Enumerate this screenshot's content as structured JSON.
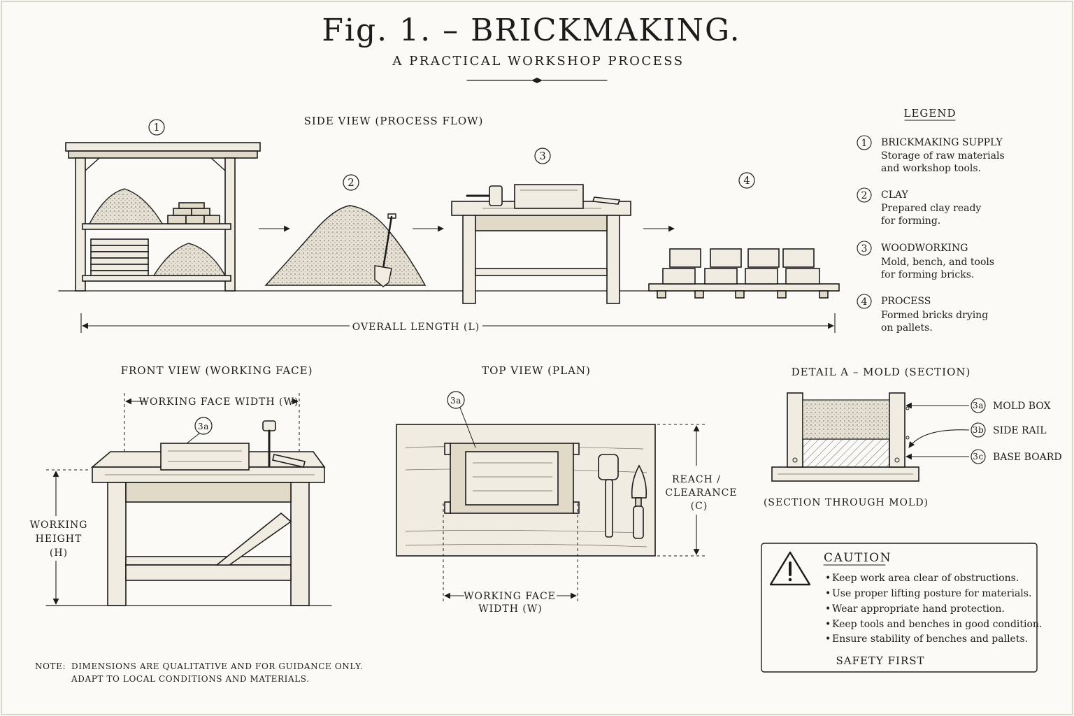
{
  "header": {
    "title": "Fig. 1. – BRICKMAKING.",
    "subtitle": "A PRACTICAL WORKSHOP PROCESS"
  },
  "side_view": {
    "label": "SIDE VIEW  (PROCESS FLOW)",
    "stations": [
      {
        "num": "1"
      },
      {
        "num": "2"
      },
      {
        "num": "3"
      },
      {
        "num": "4"
      }
    ],
    "overall_length": "OVERALL LENGTH  (L)"
  },
  "legend": {
    "heading": "LEGEND",
    "items": [
      {
        "num": "1",
        "title": "BRICKMAKING SUPPLY",
        "line1": "Storage of raw materials",
        "line2": "and workshop tools."
      },
      {
        "num": "2",
        "title": "CLAY",
        "line1": "Prepared clay ready",
        "line2": "for forming."
      },
      {
        "num": "3",
        "title": "WOODWORKING",
        "line1": "Mold, bench, and tools",
        "line2": "for forming bricks."
      },
      {
        "num": "4",
        "title": "PROCESS",
        "line1": "Formed bricks drying",
        "line2": "on pallets."
      }
    ]
  },
  "front_view": {
    "label": "FRONT VIEW  (WORKING FACE)",
    "width_dim": "WORKING FACE WIDTH (W)",
    "callout": "3a",
    "height_l1": "WORKING",
    "height_l2": "HEIGHT",
    "height_l3": "(H)"
  },
  "top_view": {
    "label": "TOP VIEW (PLAN)",
    "callout": "3a",
    "reach_l1": "REACH /",
    "reach_l2": "CLEARANCE",
    "reach_l3": "(C)",
    "width_l1": "WORKING FACE",
    "width_l2": "WIDTH (W)"
  },
  "detail": {
    "label": "DETAIL A – MOLD (SECTION)",
    "callouts": [
      {
        "num": "3a",
        "text": "MOLD BOX"
      },
      {
        "num": "3b",
        "text": "SIDE RAIL"
      },
      {
        "num": "3c",
        "text": "BASE BOARD"
      }
    ],
    "caption": "(SECTION THROUGH MOLD)"
  },
  "caution": {
    "heading": "CAUTION",
    "items": [
      "Keep work area clear of obstructions.",
      "Use proper lifting posture for materials.",
      "Wear appropriate hand protection.",
      "Keep tools and benches in good condition.",
      "Ensure stability of benches and pallets."
    ],
    "footer": "SAFETY FIRST"
  },
  "note": {
    "label": "NOTE:",
    "line1": "DIMENSIONS ARE QUALITATIVE AND FOR GUIDANCE ONLY.",
    "line2": "ADAPT TO LOCAL CONDITIONS AND MATERIALS."
  }
}
